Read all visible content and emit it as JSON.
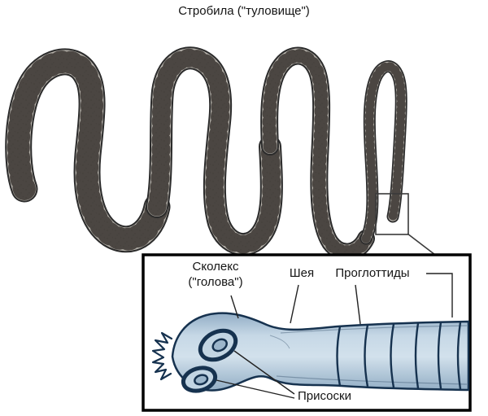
{
  "title": "Стробила (\"туловище\")",
  "inset": {
    "scolex_line1": "Сколекс",
    "scolex_line2": "(\"голова\")",
    "neck": "Шея",
    "proglottids": "Проглоттиды",
    "suckers": "Присоски"
  },
  "colors": {
    "worm_fill": "#b5b1aa",
    "worm_outline": "#2b2b2b",
    "segment_line": "#3f3b36",
    "highlight_box": "#3a3a3a",
    "inset_border": "#000000",
    "scolex_fill": "#c2d5e3",
    "scolex_outline": "#16324f",
    "label_text": "#141414"
  }
}
